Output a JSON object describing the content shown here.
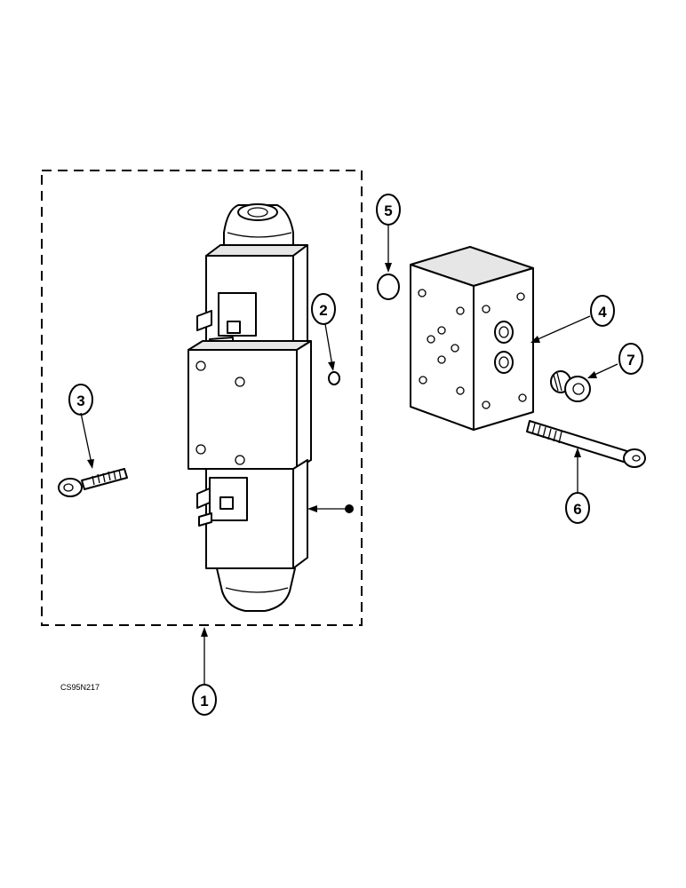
{
  "figure_code": "CS95N217",
  "callouts": [
    {
      "id": "callout-1",
      "number": "1"
    },
    {
      "id": "callout-2",
      "number": "2"
    },
    {
      "id": "callout-3",
      "number": "3"
    },
    {
      "id": "callout-4",
      "number": "4"
    },
    {
      "id": "callout-5",
      "number": "5"
    },
    {
      "id": "callout-6",
      "number": "6"
    },
    {
      "id": "callout-7",
      "number": "7"
    }
  ]
}
